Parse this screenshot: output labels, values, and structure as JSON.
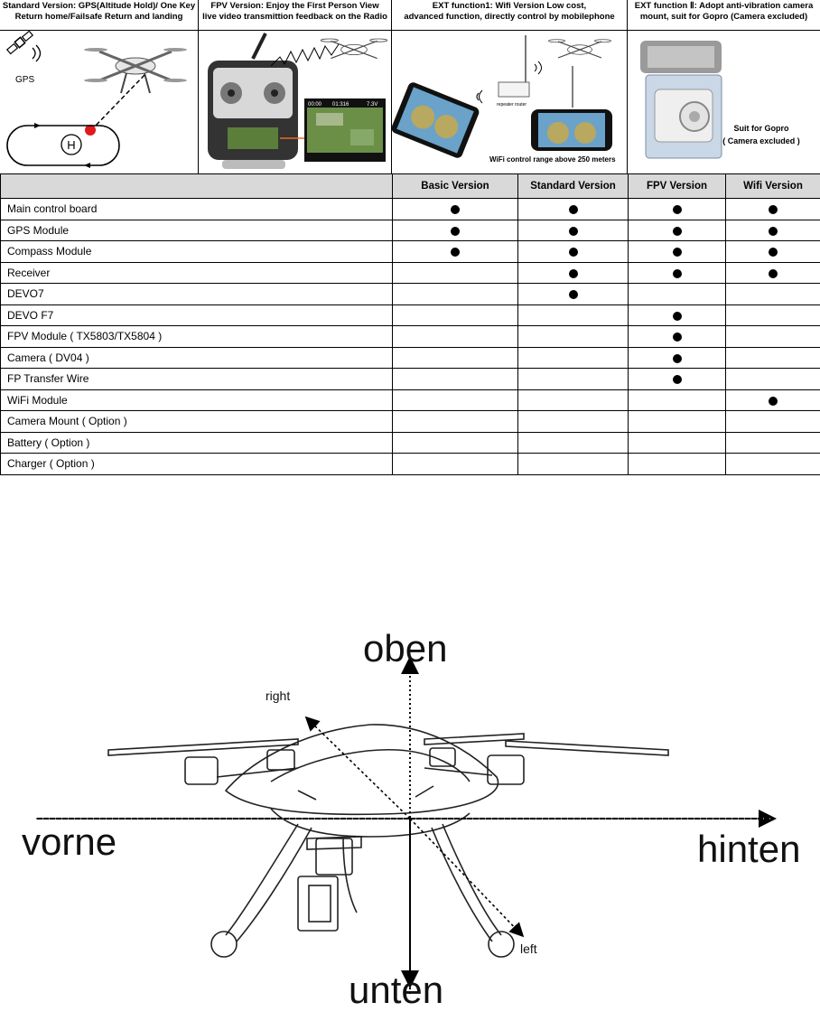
{
  "features": [
    {
      "line1": "Standard Version: GPS(Altitude Hold)/ One Key",
      "line2": "Return home/Failsafe Return and landing",
      "gps_label": "GPS",
      "home_label": "H"
    },
    {
      "line1": "FPV Version: Enjoy the First Person View",
      "line2": "live video transmittion feedback on the Radio",
      "osd_left": "00:00",
      "osd_mid": "01:316",
      "osd_right": "7.3V"
    },
    {
      "line1": "EXT function1: Wifi Version Low cost,",
      "line2": "advanced function, directly control by mobilephone",
      "router_label": "repeater router",
      "range_text": "WiFi control range above 250 meters"
    },
    {
      "line1": "EXT function Ⅱ: Adopt anti-vibration camera",
      "line2": "mount, suit for Gopro (Camera excluded)",
      "note1": "Suit for Gopro",
      "note2": "( Camera excluded )"
    }
  ],
  "table": {
    "headers": [
      "",
      "Basic Version",
      "Standard Version",
      "FPV Version",
      "Wifi Version"
    ],
    "rows": [
      {
        "label": "Main control board",
        "marks": [
          true,
          true,
          true,
          true
        ]
      },
      {
        "label": "GPS Module",
        "marks": [
          true,
          true,
          true,
          true
        ]
      },
      {
        "label": "Compass Module",
        "marks": [
          true,
          true,
          true,
          true
        ]
      },
      {
        "label": "Receiver",
        "marks": [
          false,
          true,
          true,
          true
        ]
      },
      {
        "label": "DEVO7",
        "marks": [
          false,
          true,
          false,
          false
        ]
      },
      {
        "label": "DEVO F7",
        "marks": [
          false,
          false,
          true,
          false
        ]
      },
      {
        "label": "FPV Module ( TX5803/TX5804 )",
        "marks": [
          false,
          false,
          true,
          false
        ]
      },
      {
        "label": "Camera ( DV04 )",
        "marks": [
          false,
          false,
          true,
          false
        ]
      },
      {
        "label": "FP Transfer Wire",
        "marks": [
          false,
          false,
          true,
          false
        ]
      },
      {
        "label": "WiFi Module",
        "marks": [
          false,
          false,
          false,
          true
        ]
      },
      {
        "label": "Camera Mount ( Option )",
        "marks": [
          false,
          false,
          false,
          false
        ]
      },
      {
        "label": "Battery ( Option )",
        "marks": [
          false,
          false,
          false,
          false
        ]
      },
      {
        "label": "Charger ( Option )",
        "marks": [
          false,
          false,
          false,
          false
        ]
      }
    ]
  },
  "diagram": {
    "up": "oben",
    "down": "unten",
    "front": "vorne",
    "back": "hinten",
    "right": "right",
    "left": "left"
  }
}
